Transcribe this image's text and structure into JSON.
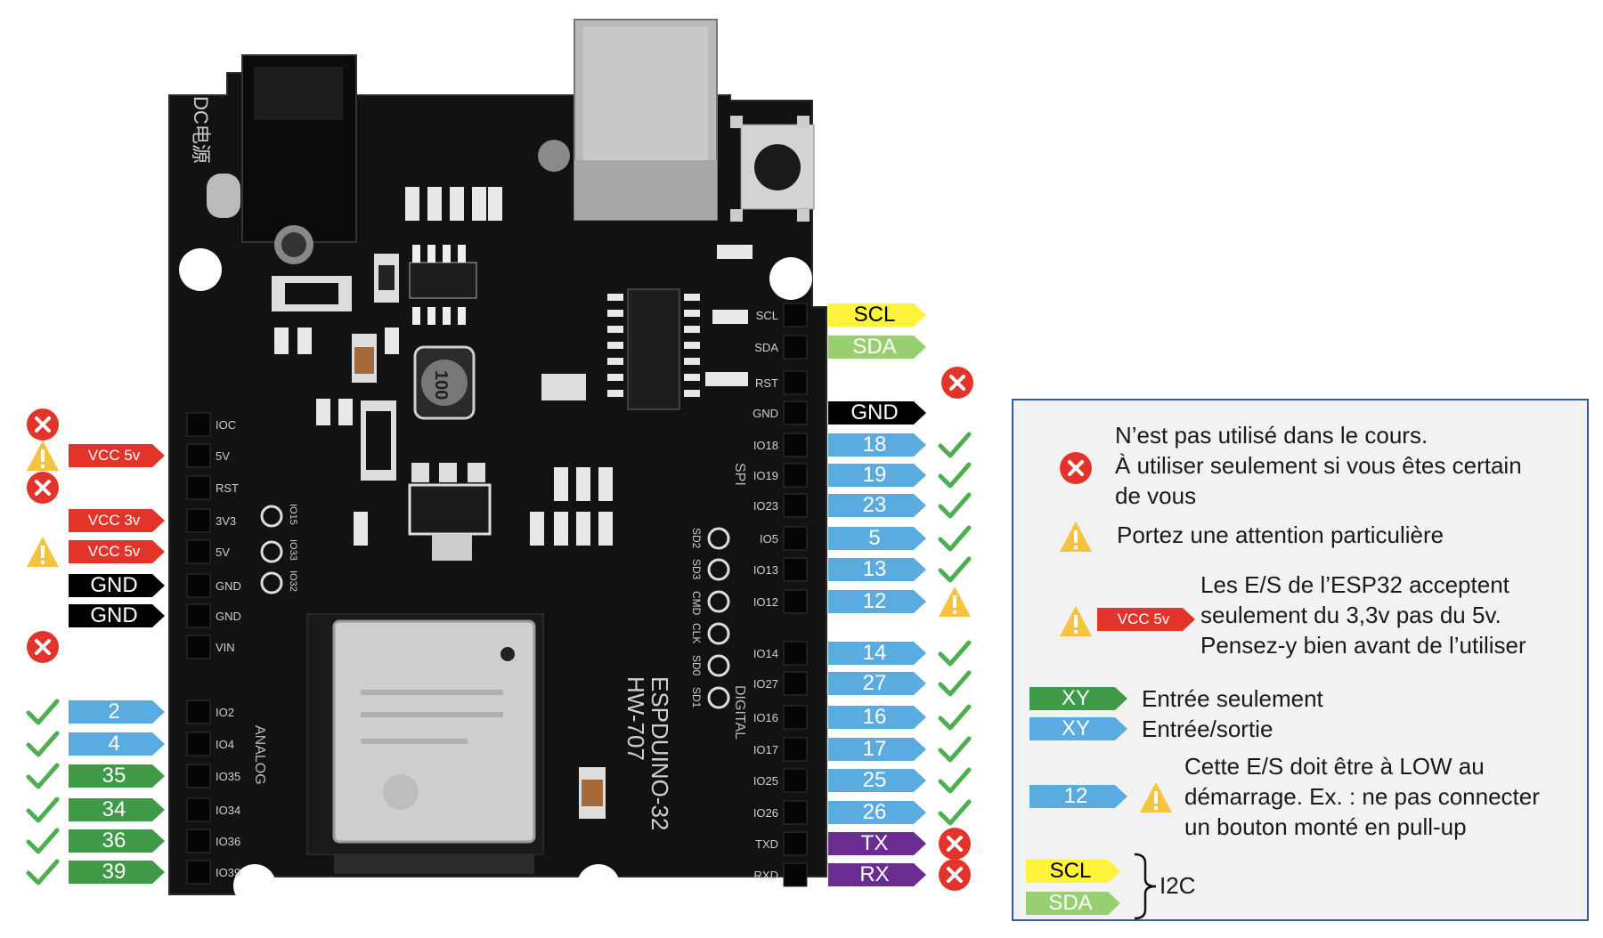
{
  "board": {
    "silkscreen": {
      "dc": "DC电源",
      "model_line1": "ESPDUINO-32",
      "model_line2": "HW-707",
      "analog": "ANALOG",
      "digital": "DIGITAL",
      "spi": "SPI",
      "inductor": "100",
      "left_header": [
        "IOC",
        "5V",
        "RST",
        "3V3",
        "5V",
        "GND",
        "GND",
        "VIN"
      ],
      "left_analog": [
        "IO2",
        "IO4",
        "IO35",
        "IO34",
        "IO36",
        "IO39"
      ],
      "right_top": [
        "SCL",
        "SDA",
        "RST",
        "GND",
        "IO18",
        "IO19",
        "IO23",
        "IO5",
        "IO13",
        "IO12"
      ],
      "right_bottom": [
        "IO14",
        "IO27",
        "IO16",
        "IO17",
        "IO25",
        "IO26",
        "TXD",
        "RXD"
      ],
      "sd_pins": [
        "SD2",
        "SD3",
        "CMD",
        "CLK",
        "SD0",
        "SD1"
      ],
      "center_pins": [
        "IO15",
        "IO33",
        "IO32"
      ]
    }
  },
  "left_pins": [
    {
      "label": "",
      "color": "",
      "status": "no"
    },
    {
      "label": "VCC 5v",
      "color": "red",
      "status": "warn"
    },
    {
      "label": "",
      "color": "",
      "status": "no"
    },
    {
      "label": "VCC 3v",
      "color": "red",
      "status": ""
    },
    {
      "label": "VCC 5v",
      "color": "red",
      "status": "warn"
    },
    {
      "label": "GND",
      "color": "black",
      "status": ""
    },
    {
      "label": "GND",
      "color": "black",
      "status": ""
    },
    {
      "label": "",
      "color": "",
      "status": "no"
    },
    {
      "label": "2",
      "color": "blue",
      "status": "ok"
    },
    {
      "label": "4",
      "color": "blue",
      "status": "ok"
    },
    {
      "label": "35",
      "color": "green",
      "status": "ok"
    },
    {
      "label": "34",
      "color": "green",
      "status": "ok"
    },
    {
      "label": "36",
      "color": "green",
      "status": "ok"
    },
    {
      "label": "39",
      "color": "green",
      "status": "ok"
    }
  ],
  "right_pins": [
    {
      "label": "SCL",
      "color": "yellow",
      "status": ""
    },
    {
      "label": "SDA",
      "color": "lightgreen",
      "status": ""
    },
    {
      "label": "",
      "color": "",
      "status": "no"
    },
    {
      "label": "GND",
      "color": "black",
      "status": ""
    },
    {
      "label": "18",
      "color": "blue",
      "status": "ok"
    },
    {
      "label": "19",
      "color": "blue",
      "status": "ok"
    },
    {
      "label": "23",
      "color": "blue",
      "status": "ok"
    },
    {
      "label": "5",
      "color": "blue",
      "status": "ok"
    },
    {
      "label": "13",
      "color": "blue",
      "status": "ok"
    },
    {
      "label": "12",
      "color": "blue",
      "status": "warn"
    },
    {
      "label": "14",
      "color": "blue",
      "status": "ok"
    },
    {
      "label": "27",
      "color": "blue",
      "status": "ok"
    },
    {
      "label": "16",
      "color": "blue",
      "status": "ok"
    },
    {
      "label": "17",
      "color": "blue",
      "status": "ok"
    },
    {
      "label": "25",
      "color": "blue",
      "status": "ok"
    },
    {
      "label": "26",
      "color": "blue",
      "status": "ok"
    },
    {
      "label": "TX",
      "color": "purple",
      "status": "no"
    },
    {
      "label": "RX",
      "color": "purple",
      "status": "no"
    }
  ],
  "legend": {
    "not_used_line1": "N’est pas utilisé dans le cours.",
    "not_used_line2": "À utiliser seulement si vous êtes certain",
    "not_used_line3": "de vous",
    "attention": "Portez une attention particulière",
    "vcc_tag": "VCC 5v",
    "vcc_line1": "Les E/S de l’ESP32 acceptent",
    "vcc_line2": "seulement du 3,3v pas du 5v.",
    "vcc_line3": "Pensez-y bien avant de l’utiliser",
    "input_tag": "XY",
    "input_text": "Entrée seulement",
    "io_tag": "XY",
    "io_text": "Entrée/sortie",
    "low_tag": "12",
    "low_line1": "Cette E/S doit être à LOW au",
    "low_line2": "démarrage. Ex. : ne pas connecter",
    "low_line3": "un bouton monté en pull-up",
    "scl_tag": "SCL",
    "sda_tag": "SDA",
    "i2c_text": "I2C"
  },
  "colors": {
    "blue": "#5aace0",
    "green": "#3e9a47",
    "red": "#e2342a",
    "yellow": "#fff23a",
    "lightgreen": "#98cf6f",
    "purple": "#6b2c91",
    "black": "#000000",
    "ok": "#4caf50",
    "warn": "#f5c342",
    "no": "#e2342a"
  }
}
